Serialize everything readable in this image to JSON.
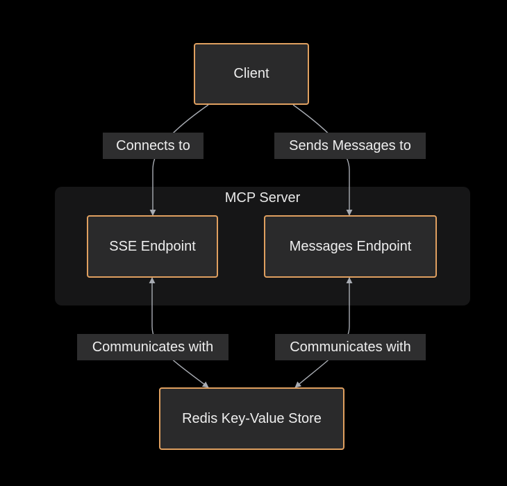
{
  "diagram": {
    "colors": {
      "background": "#000000",
      "group_fill": "#161617",
      "node_fill": "#2a2a2b",
      "node_border": "#e0a060",
      "label_fill": "#2e2e2f",
      "edge": "#a8acb3",
      "text": "#eeeeee"
    },
    "group": {
      "label": "MCP Server"
    },
    "nodes": {
      "client": "Client",
      "sse": "SSE Endpoint",
      "messages": "Messages Endpoint",
      "redis": "Redis Key-Value Store"
    },
    "edges": [
      {
        "from": "client",
        "to": "sse",
        "label": "Connects to"
      },
      {
        "from": "client",
        "to": "messages",
        "label": "Sends Messages to"
      },
      {
        "from": "sse",
        "to": "redis",
        "label": "Communicates with",
        "bidirectional": true
      },
      {
        "from": "messages",
        "to": "redis",
        "label": "Communicates with",
        "bidirectional": true
      }
    ]
  }
}
